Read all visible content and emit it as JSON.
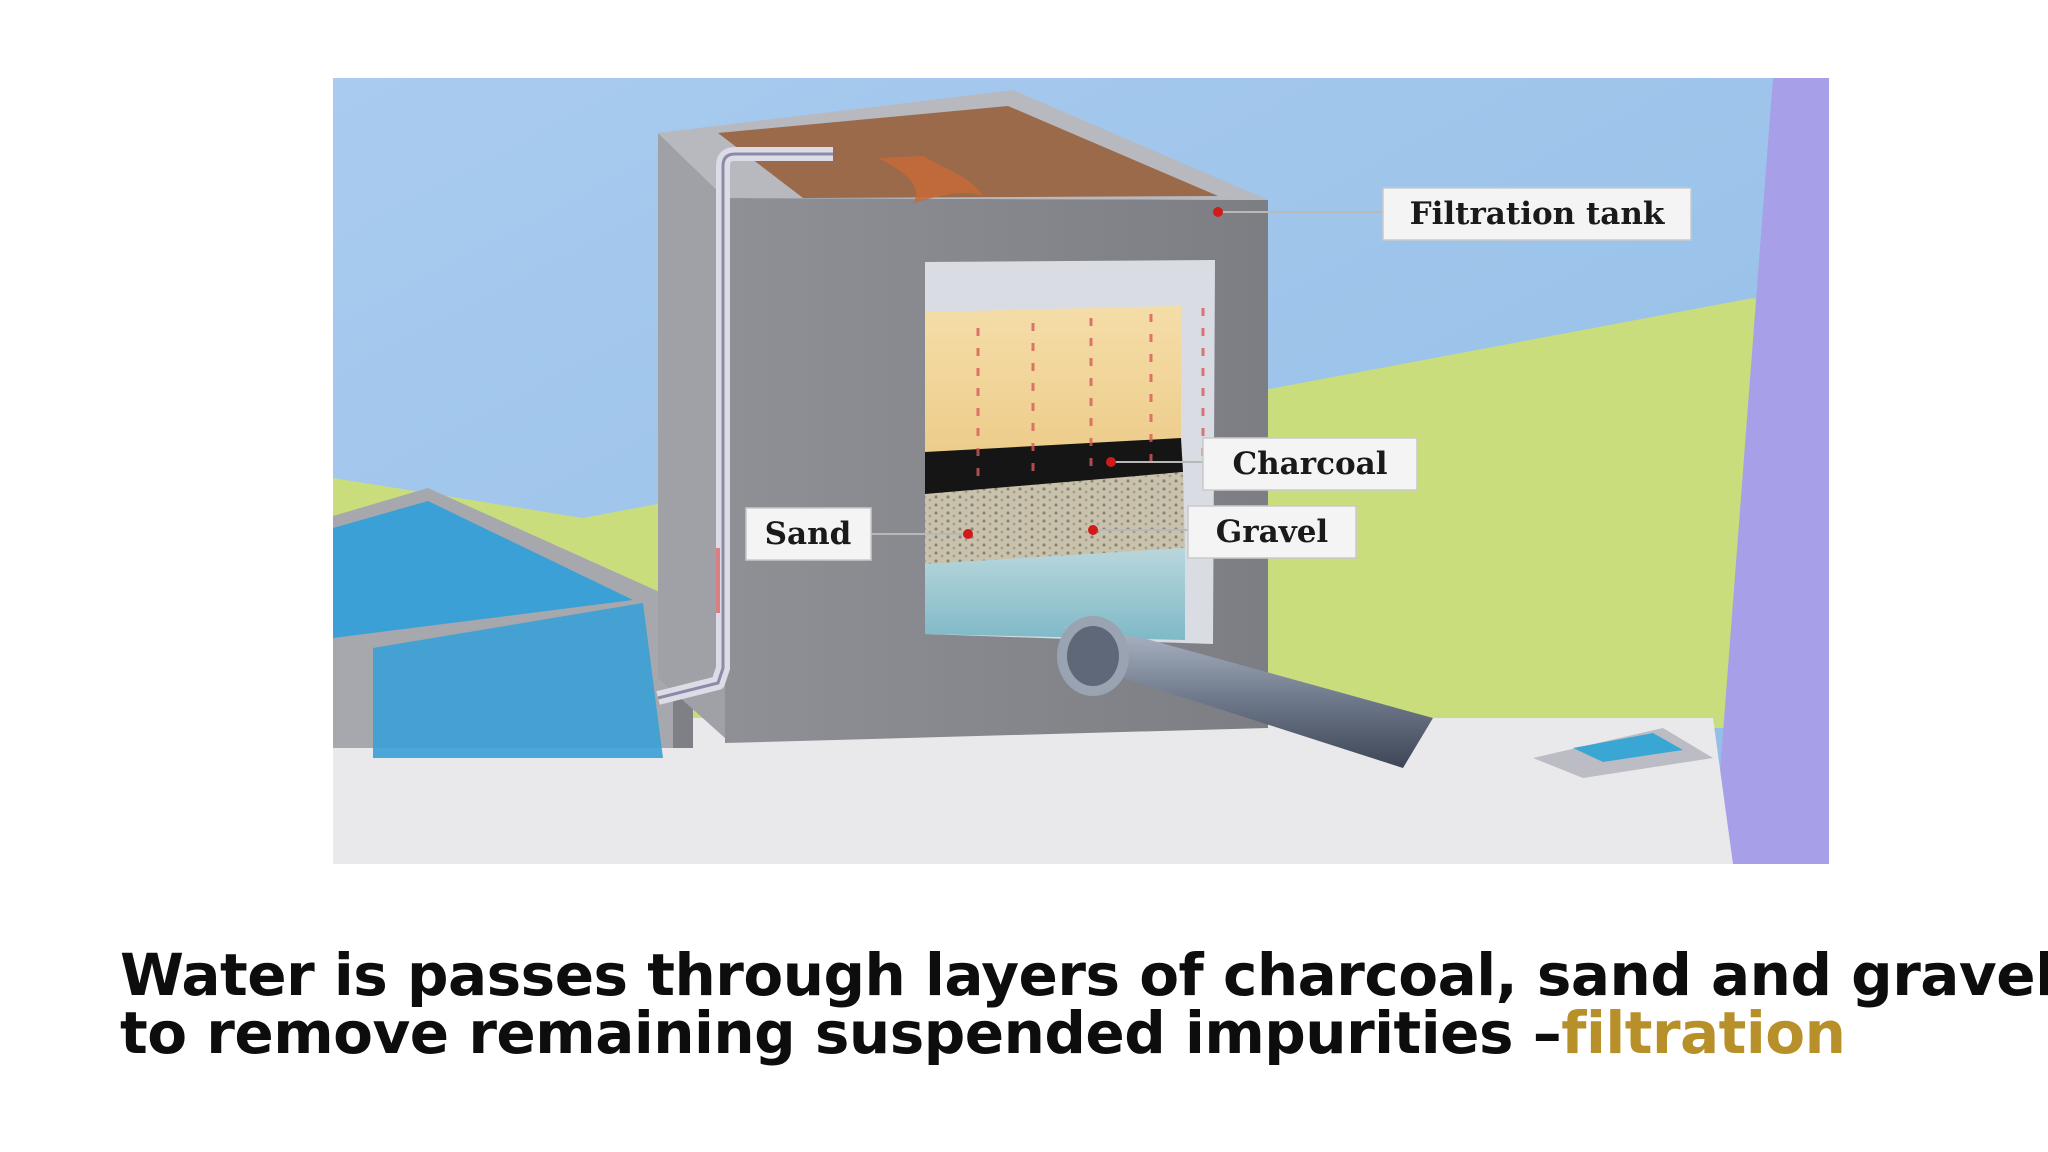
{
  "diagram": {
    "labels": {
      "filtration_tank": "Filtration tank",
      "charcoal": "Charcoal",
      "sand": "Sand",
      "gravel": "Gravel"
    }
  },
  "caption": {
    "line1": "Water is passes through layers of charcoal, sand and gravel",
    "line2": "to remove remaining suspended impurities –",
    "highlight": "filtration",
    "highlight_color": "#b8902a"
  }
}
